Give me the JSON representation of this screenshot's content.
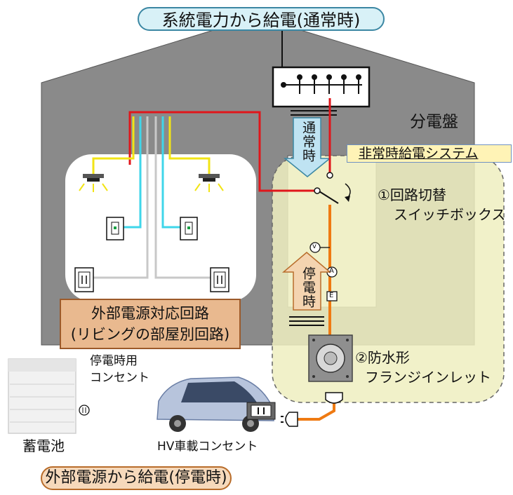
{
  "header": {
    "label": "系統電力から給電(通常時)"
  },
  "footer": {
    "label": "外部電源から給電(停電時)"
  },
  "panel": {
    "label": "分電盤"
  },
  "normal_arrow": {
    "label": "通常時"
  },
  "outage_arrow": {
    "label": "停電時"
  },
  "system": {
    "label": "非常時給電システム"
  },
  "switch_box": {
    "line1": "①回路切替",
    "line2": "スイッチボックス"
  },
  "inlet": {
    "line1": "②防水形",
    "line2": "フランジインレット"
  },
  "circuit": {
    "line1": "外部電源対応回路",
    "line2": "(リビングの部屋別回路)"
  },
  "outlet_caption": {
    "line1": "停電時用",
    "line2": "コンセント"
  },
  "battery": {
    "label": "蓄電池"
  },
  "car": {
    "label": "HV車載コンセント"
  },
  "meters": {
    "v": "v",
    "a": "A",
    "e": "E"
  },
  "colors": {
    "house": "#8a8a8a",
    "room": "#ffffff",
    "system_area": "#efefbf",
    "line_red": "#e0161b",
    "line_orange": "#ef7a12",
    "line_yellow": "#f2e415",
    "line_cyan": "#3fd6ea",
    "normal_arrow": "#bfe3f2",
    "outage_arrow": "#f4d4b0"
  }
}
